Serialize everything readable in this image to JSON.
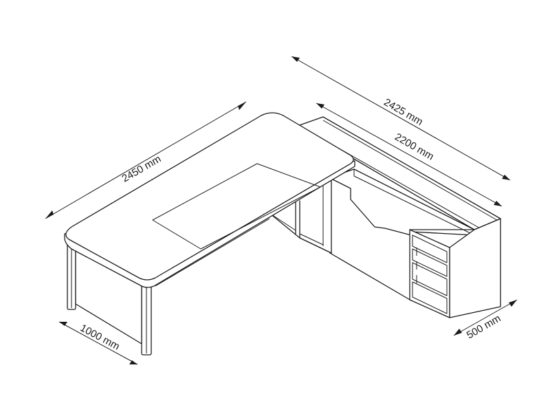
{
  "dimensions": {
    "desk_length": "2450 mm",
    "return_overall": "2425 mm",
    "return_length": "2200 mm",
    "desk_depth": "1000 mm",
    "return_depth": "500 mm"
  }
}
